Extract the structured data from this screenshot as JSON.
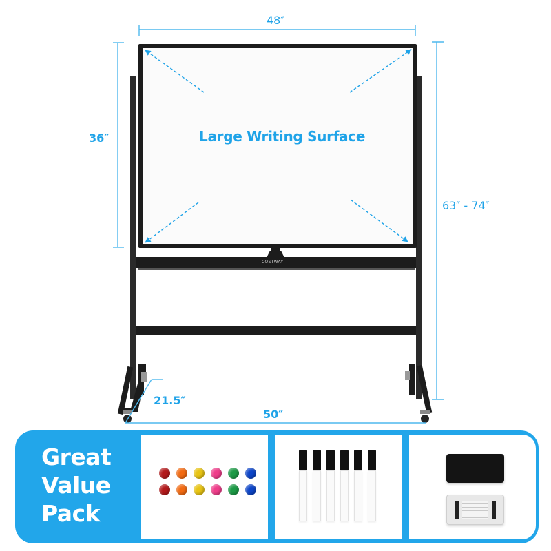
{
  "product": {
    "surface_label": "Large Writing Surface",
    "brand_mark": "COSTWAY"
  },
  "dimensions": {
    "board_width": "48″",
    "board_height": "36″",
    "total_height": "63″  -  74″",
    "base_width": "50″",
    "base_depth": "21.5″"
  },
  "pack": {
    "title_lines": [
      "Great",
      "Value",
      "Pack"
    ],
    "magnets": {
      "rows": 2,
      "colors": [
        "#b3191b",
        "#f26a12",
        "#e8c414",
        "#ef3d8a",
        "#1c9a46",
        "#0d45c8"
      ]
    },
    "markers": {
      "count": 6
    },
    "eraser": {
      "items": [
        "eraser-top",
        "eraser-bottom"
      ]
    }
  },
  "colors": {
    "accent": "#22a6ea",
    "dimension_line": "#4fb8ee",
    "frame": "#1c1c1c"
  }
}
